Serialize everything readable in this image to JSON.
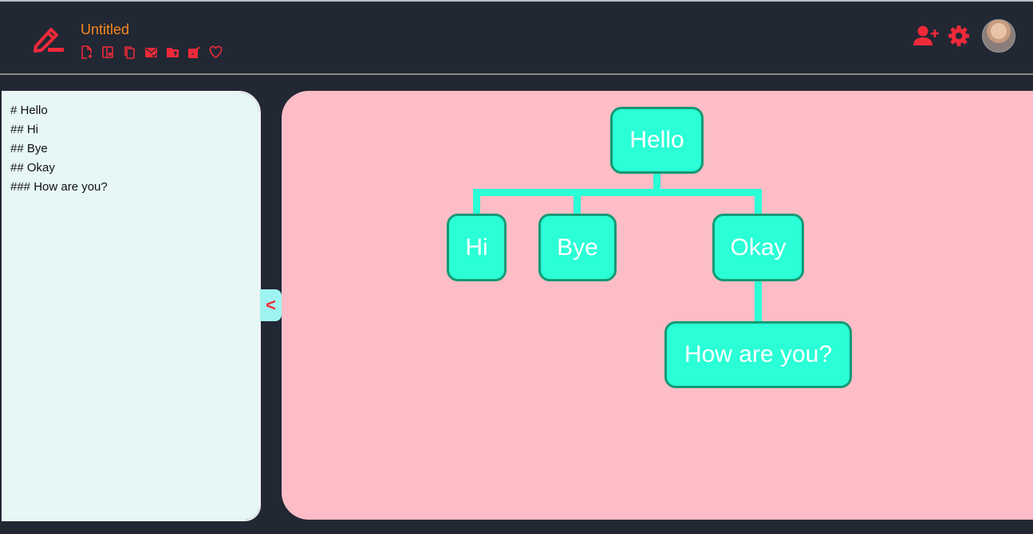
{
  "header": {
    "title": "Untitled",
    "toolbar": [
      {
        "icon": "new-file-icon"
      },
      {
        "icon": "open-file-icon"
      },
      {
        "icon": "copy-icon"
      },
      {
        "icon": "mail-icon"
      },
      {
        "icon": "folder-upload-icon"
      },
      {
        "icon": "edit-note-icon"
      },
      {
        "icon": "heart-icon"
      }
    ],
    "right_icons": [
      "add-user-icon",
      "gear-icon",
      "avatar"
    ]
  },
  "editor": {
    "text": "# Hello\n## Hi\n## Bye\n## Okay\n### How are you?"
  },
  "collapse_button": {
    "label": "<"
  },
  "mindmap": {
    "root": "Hello",
    "children": [
      "Hi",
      "Bye",
      "Okay"
    ],
    "grandchild": "How are you?"
  },
  "colors": {
    "accent": "#ee2a3a",
    "title": "#f5891f",
    "header_bg": "#222734",
    "editor_bg": "#e6f7f5",
    "canvas_bg": "#fdbdc6",
    "node_fill": "#2affd6",
    "node_border": "#159a74"
  }
}
